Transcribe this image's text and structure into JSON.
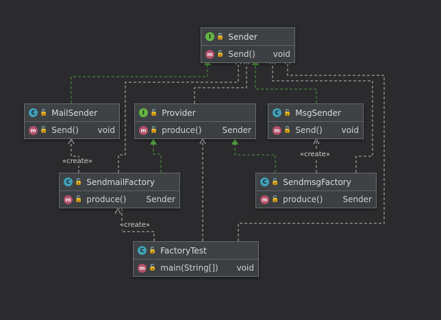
{
  "nodes": {
    "sender": {
      "kind": "I",
      "name": "Sender",
      "member": "Send()",
      "type": "void"
    },
    "provider": {
      "kind": "I",
      "name": "Provider",
      "member": "produce()",
      "type": "Sender"
    },
    "mailsender": {
      "kind": "C",
      "name": "MailSender",
      "member": "Send()",
      "type": "void"
    },
    "msgsender": {
      "kind": "C",
      "name": "MsgSender",
      "member": "Send()",
      "type": "void"
    },
    "sendmailfactory": {
      "kind": "C",
      "name": "SendmailFactory",
      "member": "produce()",
      "type": "Sender"
    },
    "sendmsgfactory": {
      "kind": "C",
      "name": "SendmsgFactory",
      "member": "produce()",
      "type": "Sender"
    },
    "factorytest": {
      "kind": "C",
      "name": "FactoryTest",
      "member": "main(String[])",
      "type": "void"
    }
  },
  "member_kind": "m",
  "edge_labels": {
    "create": "«create»"
  },
  "colors": {
    "background": "#2b2b2d",
    "implements": "#4f9a3f",
    "dependency": "#bdbdbd",
    "interface_badge": "#62b543",
    "class_badge": "#40a0b8",
    "method_badge": "#b5506a"
  },
  "icons": {
    "access": "lock-icon"
  }
}
